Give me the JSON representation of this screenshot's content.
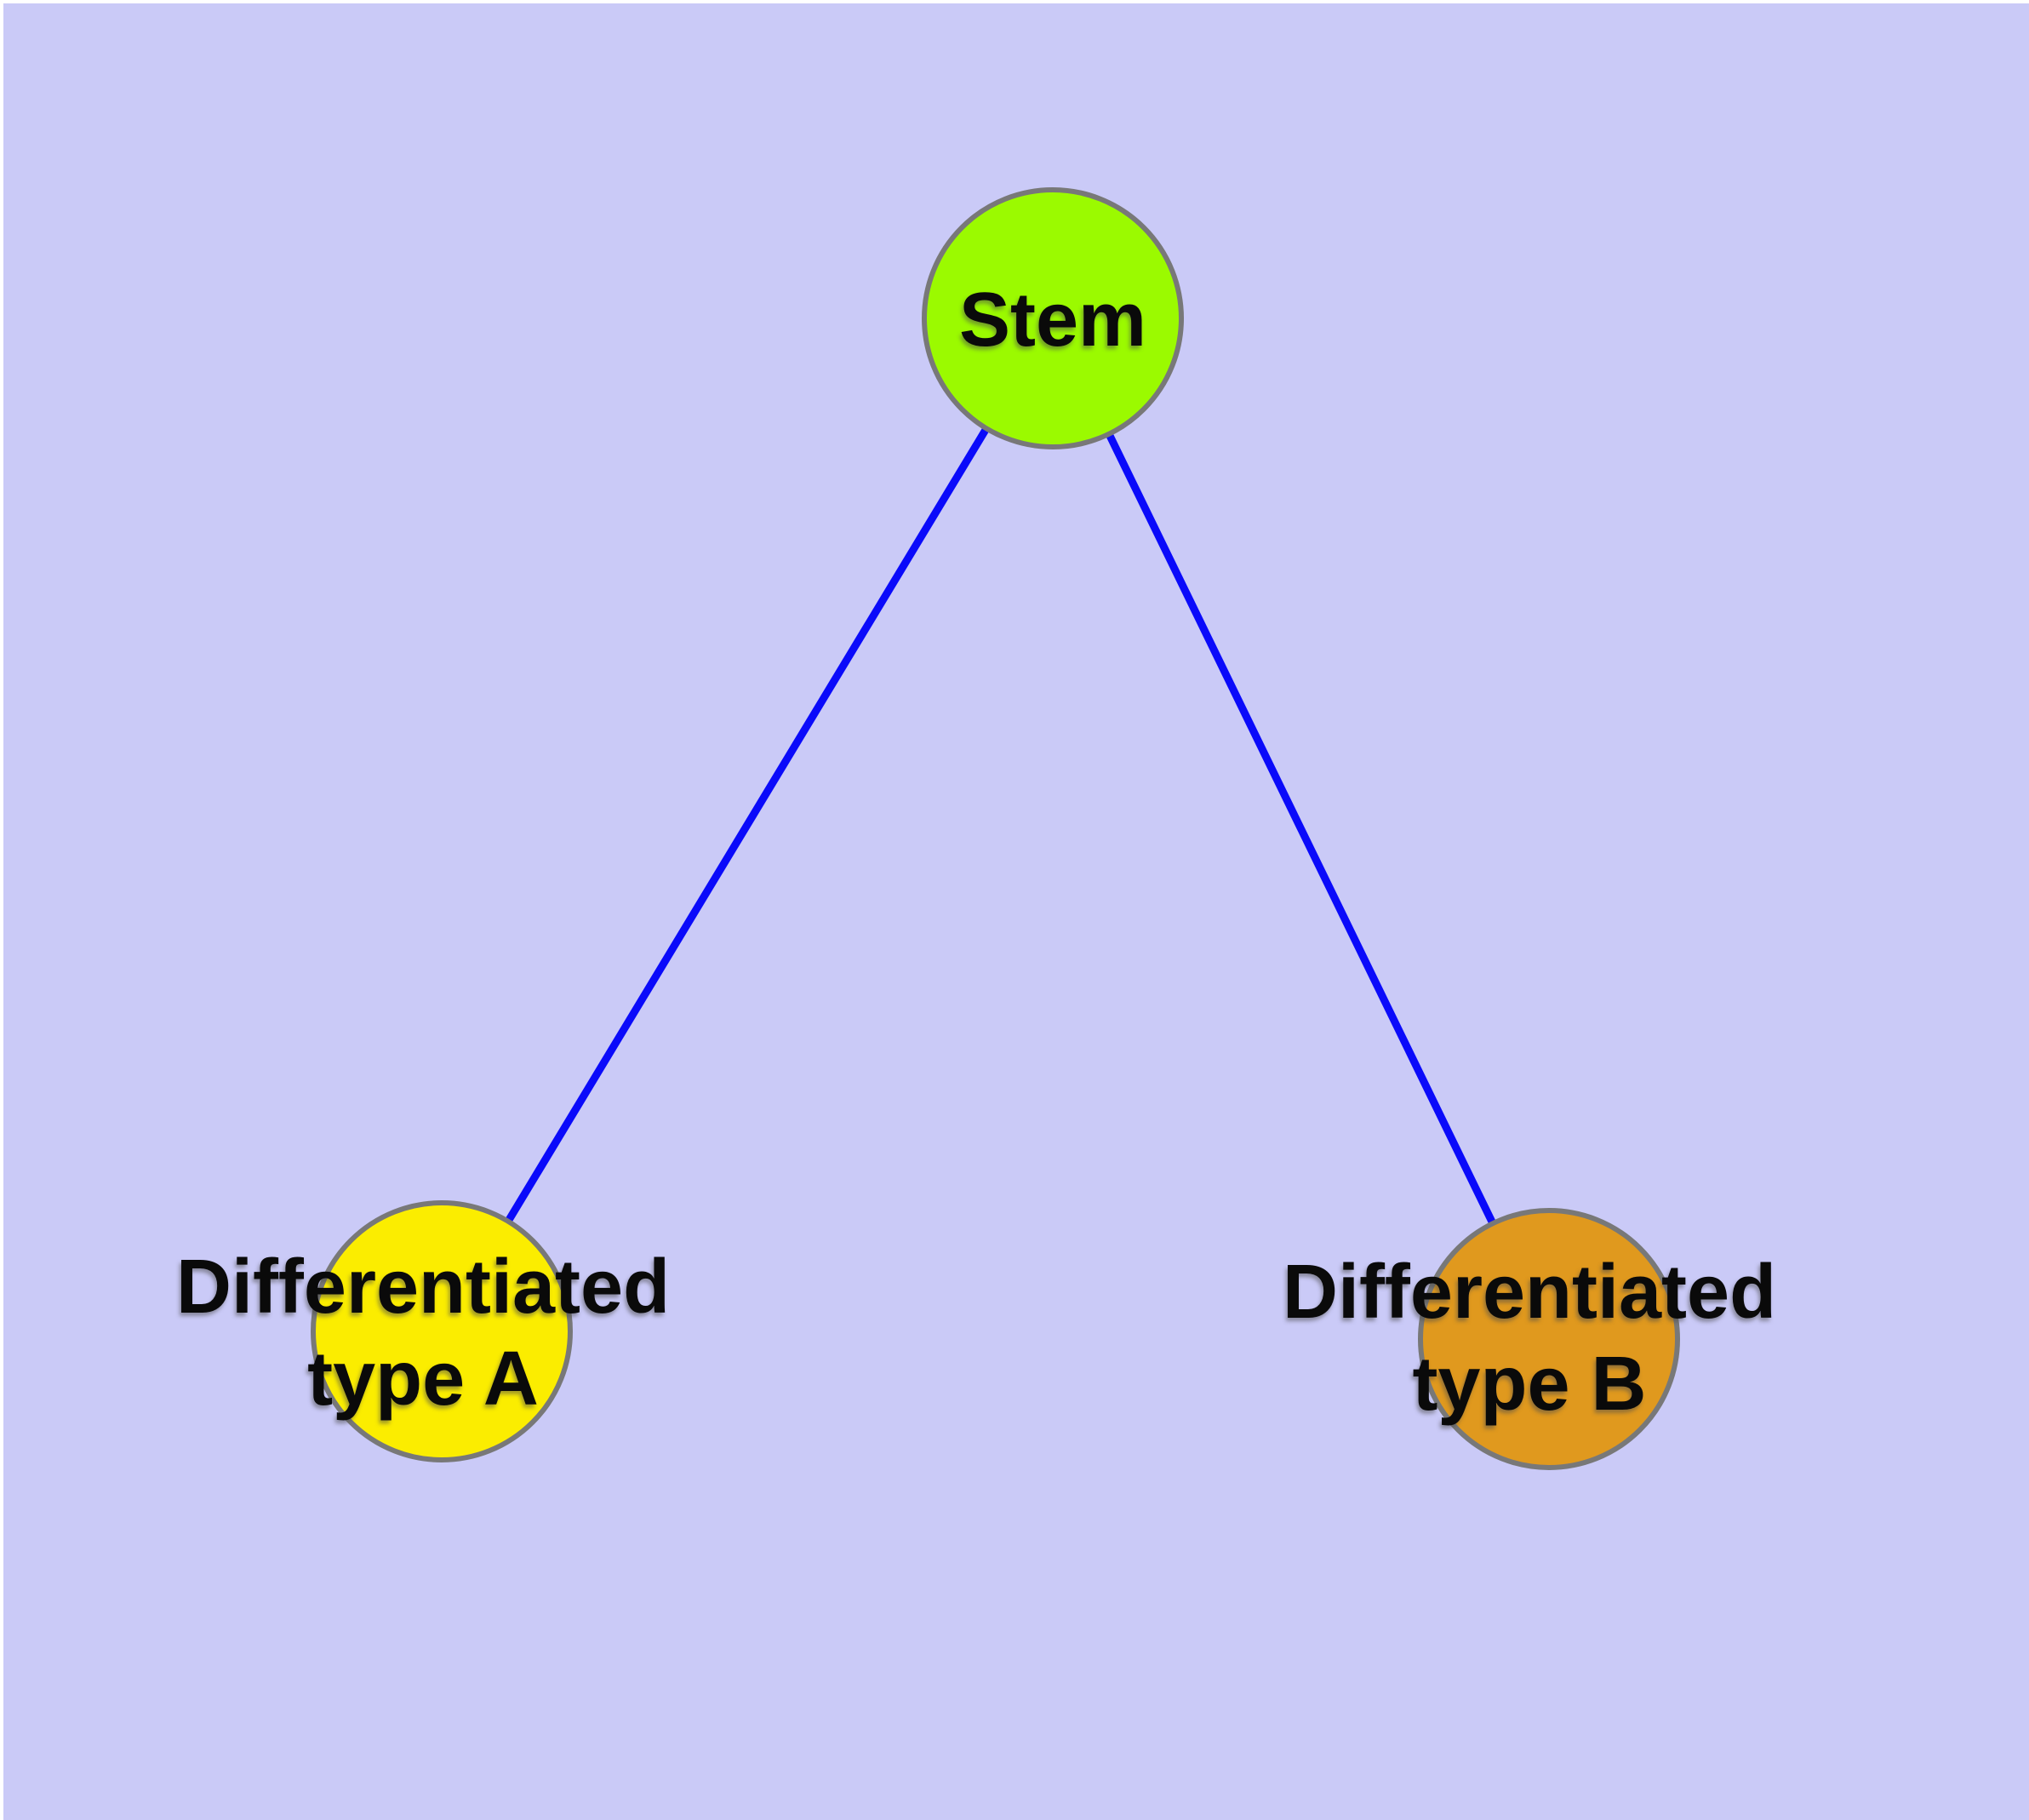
{
  "diagram": {
    "type": "node-link-tree",
    "colors": {
      "background": "#CACAF7",
      "frame": "#FFFFFF",
      "edge": "#0A0AFA",
      "node_border": "#787878",
      "label_text": "#0A0A0A",
      "node_stem_fill": "#9BFA00",
      "node_type_a_fill": "#FBED00",
      "node_type_b_fill": "#E0991E"
    },
    "nodes": [
      {
        "id": "stem",
        "label": "Stem",
        "fill": "#9BFA00"
      },
      {
        "id": "type-a",
        "label_line1": "Differentiated",
        "label_line2": "type A",
        "fill": "#FBED00"
      },
      {
        "id": "type-b",
        "label_line1": "Differentiated",
        "label_line2": "type B",
        "fill": "#E0991E"
      }
    ],
    "edges": [
      {
        "from": "stem",
        "to": "type-a"
      },
      {
        "from": "stem",
        "to": "type-b"
      }
    ]
  }
}
